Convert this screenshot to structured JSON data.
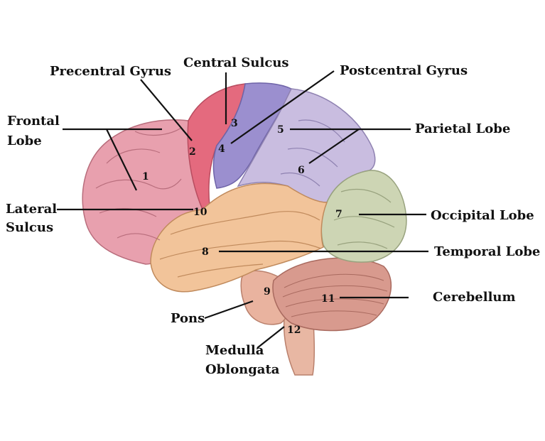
{
  "labels": {
    "precentral_gyrus": "Precentral Gyrus",
    "central_sulcus": "Central Sulcus",
    "postcentral_gyrus": "Postcentral Gyrus",
    "frontal_lobe_line1": "Frontal",
    "frontal_lobe_line2": "Lobe",
    "parietal_lobe": "Parietal Lobe",
    "lateral_sulcus_line1": "Lateral",
    "lateral_sulcus_line2": "Sulcus",
    "occipital_lobe": "Occipital Lobe",
    "temporal_lobe": "Temporal Lobe",
    "cerebellum": "Cerebellum",
    "pons": "Pons",
    "medulla_line1": "Medulla",
    "medulla_line2": "Oblongata"
  },
  "numbers": {
    "n1": "1",
    "n2": "2",
    "n3": "3",
    "n4": "4",
    "n5": "5",
    "n6": "6",
    "n7": "7",
    "n8": "8",
    "n9": "9",
    "n10": "10",
    "n11": "11",
    "n12": "12"
  },
  "colors": {
    "frontal": "#e8a0ae",
    "precentral": "#e46a7e",
    "postcentral": "#9b8fcf",
    "parietal": "#c9bde0",
    "occipital": "#cdd5b4",
    "temporal": "#f2c49a",
    "cerebellum": "#d89a8e",
    "brainstem": "#e8b7a3"
  }
}
